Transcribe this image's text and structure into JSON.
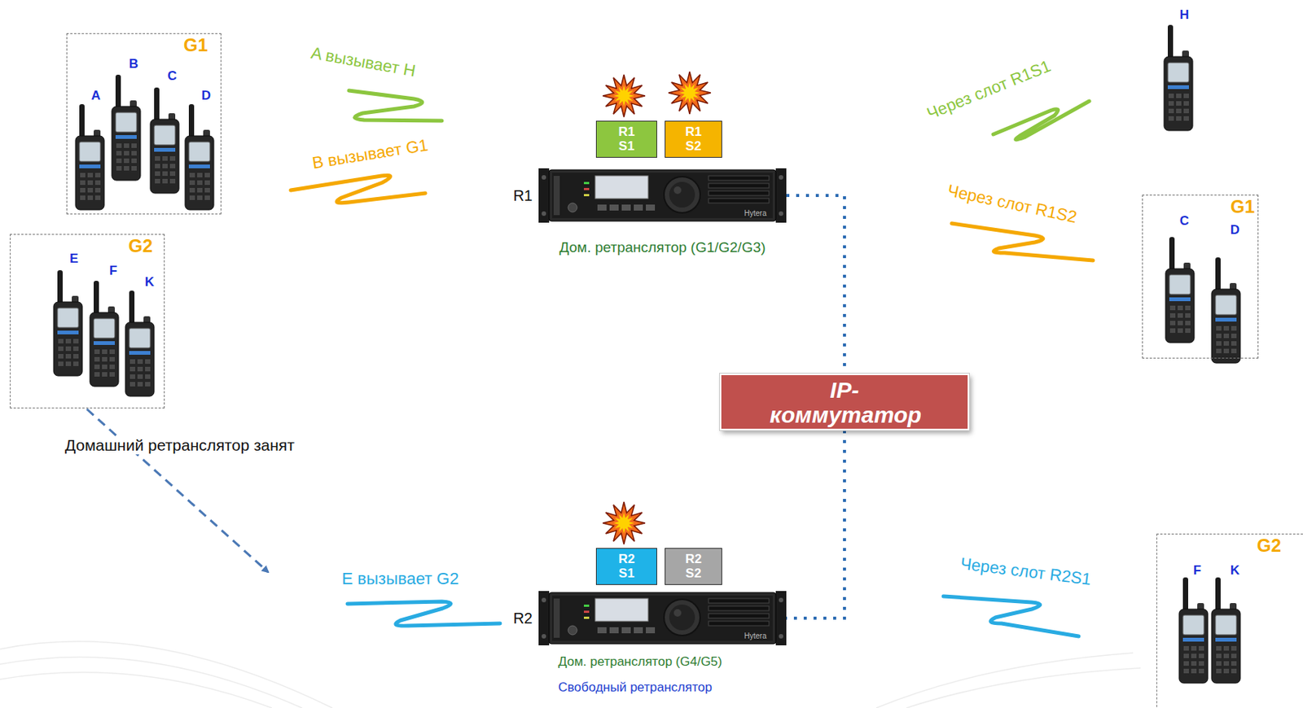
{
  "diagram": {
    "nodes": [
      {
        "text": [
          "G1"
        ]
      },
      {
        "text": [
          "G2"
        ]
      },
      {
        "text": [
          "R1 S1"
        ]
      },
      {
        "text": [
          "R1 S2"
        ]
      },
      {
        "text": [
          "R1",
          "Дом. ретранслятор (G1/G2/G3)"
        ]
      },
      {
        "text": [
          "IP-коммутатор"
        ]
      },
      {
        "text": [
          "R2 S1"
        ]
      },
      {
        "text": [
          "R2 S2"
        ]
      },
      {
        "text": [
          "R2",
          "Дом. ретранслятор (G4/G5)",
          "Свободный ретранслятор"
        ]
      },
      {
        "text": [
          "G1"
        ]
      },
      {
        "text": [
          "G2"
        ]
      }
    ],
    "edges": [
      {
        "from": 4,
        "to": 5,
        "arrow": "none"
      },
      {
        "from": 5,
        "to": 8,
        "arrow": "none"
      }
    ],
    "labels": [
      "Домашний ретранслятор занят",
      "A вызывает H",
      "B вызывает G1",
      "E вызывает G2",
      "Через слот R1S1",
      "Через слот R1S2",
      "Через слот R2S1",
      "A",
      "B",
      "C",
      "D",
      "E",
      "F",
      "K",
      "H",
      "C",
      "D",
      "F",
      "K",
      "Hytera",
      "Hytera"
    ]
  }
}
